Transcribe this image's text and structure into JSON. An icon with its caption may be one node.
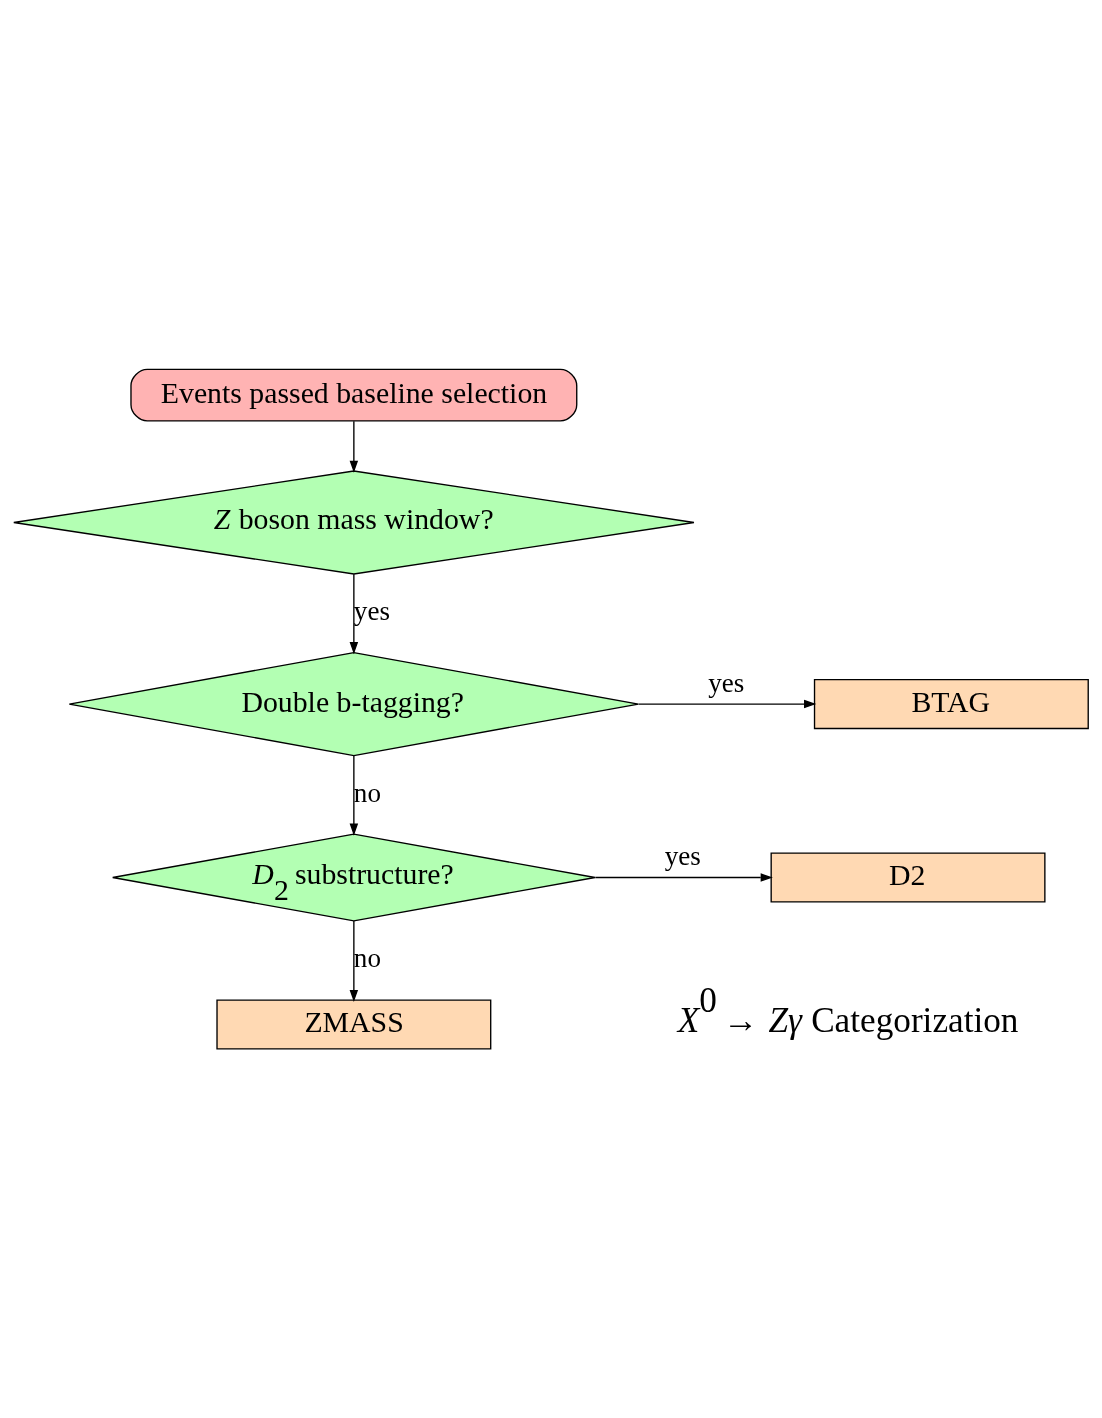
{
  "diagram": {
    "nodes": [
      {
        "text": [
          "Events passed baseline selection"
        ]
      },
      {
        "text": [
          "*Z* boson mass window?"
        ]
      },
      {
        "text": [
          "Double b-tagging?"
        ]
      },
      {
        "text": [
          "BTAG"
        ]
      },
      {
        "text": [
          "*D*$_{2}$ substructure?"
        ]
      },
      {
        "text": [
          "D2"
        ]
      },
      {
        "text": [
          "ZMASS"
        ]
      }
    ],
    "edges": [
      {
        "from": 0,
        "to": 1,
        "arrow": "to"
      },
      {
        "from": 1,
        "to": 2,
        "arrow": "to",
        "label": "yes"
      },
      {
        "from": 2,
        "to": 3,
        "arrow": "to",
        "label": "yes"
      },
      {
        "from": 2,
        "to": 4,
        "arrow": "to",
        "label": "no"
      },
      {
        "from": 4,
        "to": 5,
        "arrow": "to",
        "label": "yes"
      },
      {
        "from": 4,
        "to": 6,
        "arrow": "to",
        "label": "no"
      }
    ],
    "labels": [
      "*X*$^{0}$ → *Zγ* Categorization"
    ]
  }
}
